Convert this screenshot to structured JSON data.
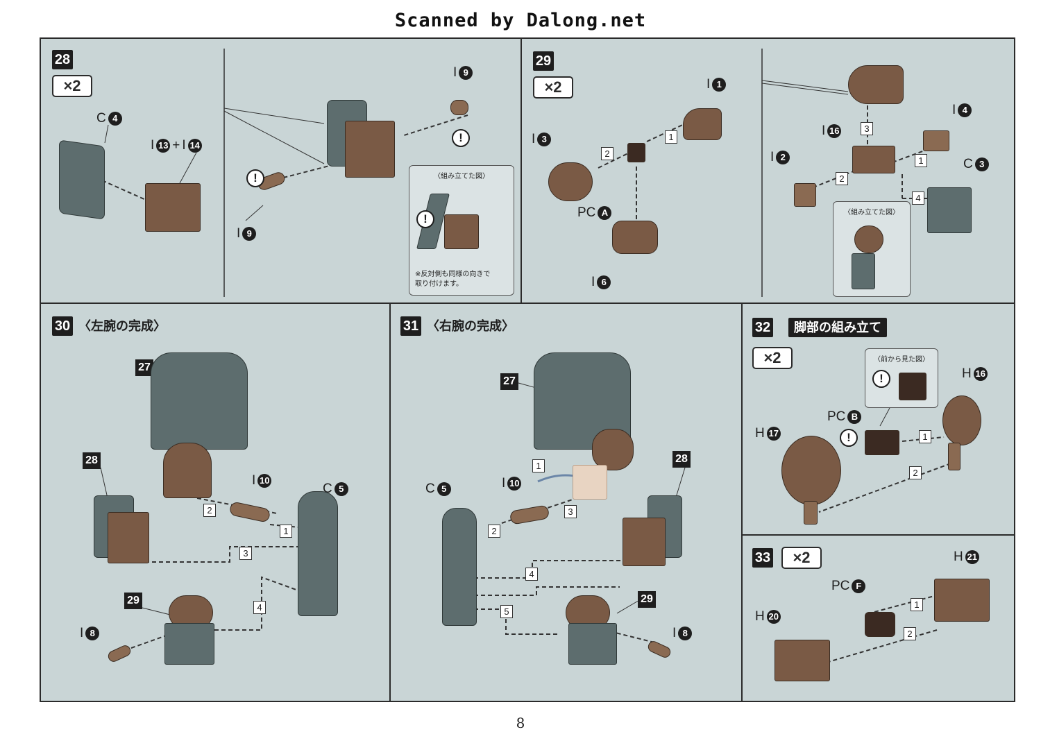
{
  "watermark": "Scanned by Dalong.net",
  "page_number": "8",
  "times": "×2",
  "panels": {
    "p28": {
      "num": "28",
      "labels": {
        "c4": "C",
        "c4n": "4",
        "i13": "I",
        "i13n": "13",
        "plus": "+",
        "i14": "I",
        "i14n": "14",
        "i9a": "I",
        "i9an": "9",
        "i9b": "I",
        "i9bn": "9"
      },
      "inset_title": "〈組み立てた図〉",
      "note": "※反対側も同様の向きで\n取り付けます。"
    },
    "p29": {
      "num": "29",
      "labels": {
        "i1": "I",
        "i1n": "1",
        "i3": "I",
        "i3n": "3",
        "pca": "PC",
        "pcan": "A",
        "i6": "I",
        "i6n": "6",
        "i16": "I",
        "i16n": "16",
        "i4": "I",
        "i4n": "4",
        "i2": "I",
        "i2n": "2",
        "c3": "C",
        "c3n": "3"
      },
      "inset_title": "〈組み立てた図〉"
    },
    "p30": {
      "num": "30",
      "title": "〈左腕の完成〉",
      "labels": {
        "r27": "27",
        "r28": "28",
        "r29": "29",
        "i10": "I",
        "i10n": "10",
        "c5": "C",
        "c5n": "5",
        "i8": "I",
        "i8n": "8"
      }
    },
    "p31": {
      "num": "31",
      "title": "〈右腕の完成〉",
      "labels": {
        "r27": "27",
        "r28": "28",
        "r29": "29",
        "i10": "I",
        "i10n": "10",
        "c5": "C",
        "c5n": "5",
        "i8": "I",
        "i8n": "8"
      }
    },
    "p32": {
      "num": "32",
      "title": "脚部の組み立て",
      "inset_title": "〈前から見た図〉",
      "labels": {
        "h16": "H",
        "h16n": "16",
        "h17": "H",
        "h17n": "17",
        "pcb": "PC",
        "pcbn": "B"
      }
    },
    "p33": {
      "num": "33",
      "labels": {
        "h21": "H",
        "h21n": "21",
        "h20": "H",
        "h20n": "20",
        "pcf": "PC",
        "pcfn": "F"
      }
    }
  },
  "steps": {
    "s1": "1",
    "s2": "2",
    "s3": "3",
    "s4": "4",
    "s5": "5"
  },
  "warn": "!",
  "colors": {
    "panel_bg": "#c9d5d6",
    "part_brown": "#7a5a45",
    "part_grey": "#5d6d6e",
    "label_dark": "#1e1e1e"
  }
}
